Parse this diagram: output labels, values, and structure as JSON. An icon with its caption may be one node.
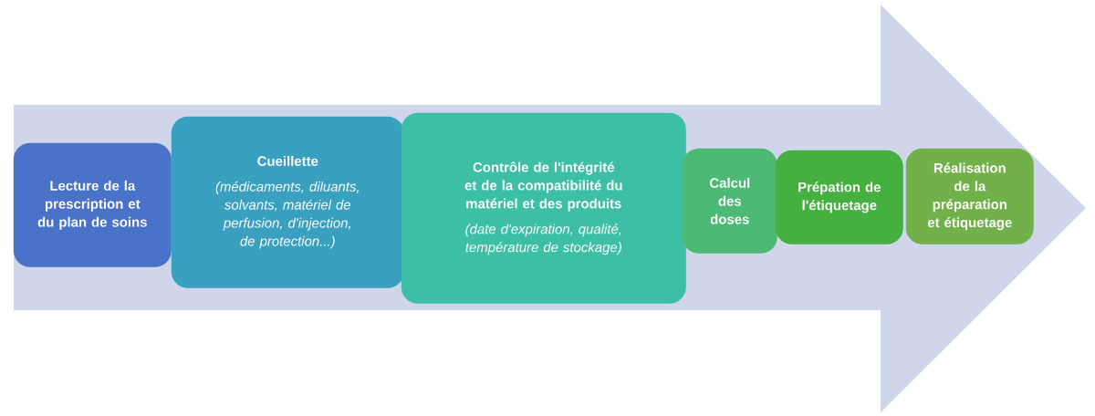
{
  "diagram": {
    "nodes": [
      {
        "text": [],
        "shape": "arrow"
      },
      {
        "text": [
          "Lecture de la prescription et du plan de soins"
        ],
        "in": 0
      },
      {
        "text": [
          "Cueillette",
          "(médicaments, diluants, solvants, matériel de perfusion, d'injection, de protection...)"
        ],
        "in": 0
      },
      {
        "text": [
          "Contrôle de l'intégrité et de la compatibilité du matériel et des produits",
          "(date d'expiration, qualité, température de stockage)"
        ],
        "in": 0
      },
      {
        "text": [
          "Calcul des doses"
        ],
        "in": 0
      },
      {
        "text": [
          "Prépation de l'étiquetage"
        ],
        "in": 0
      },
      {
        "text": [
          "Réalisation de la préparation et étiquetage"
        ],
        "in": 0
      }
    ]
  }
}
